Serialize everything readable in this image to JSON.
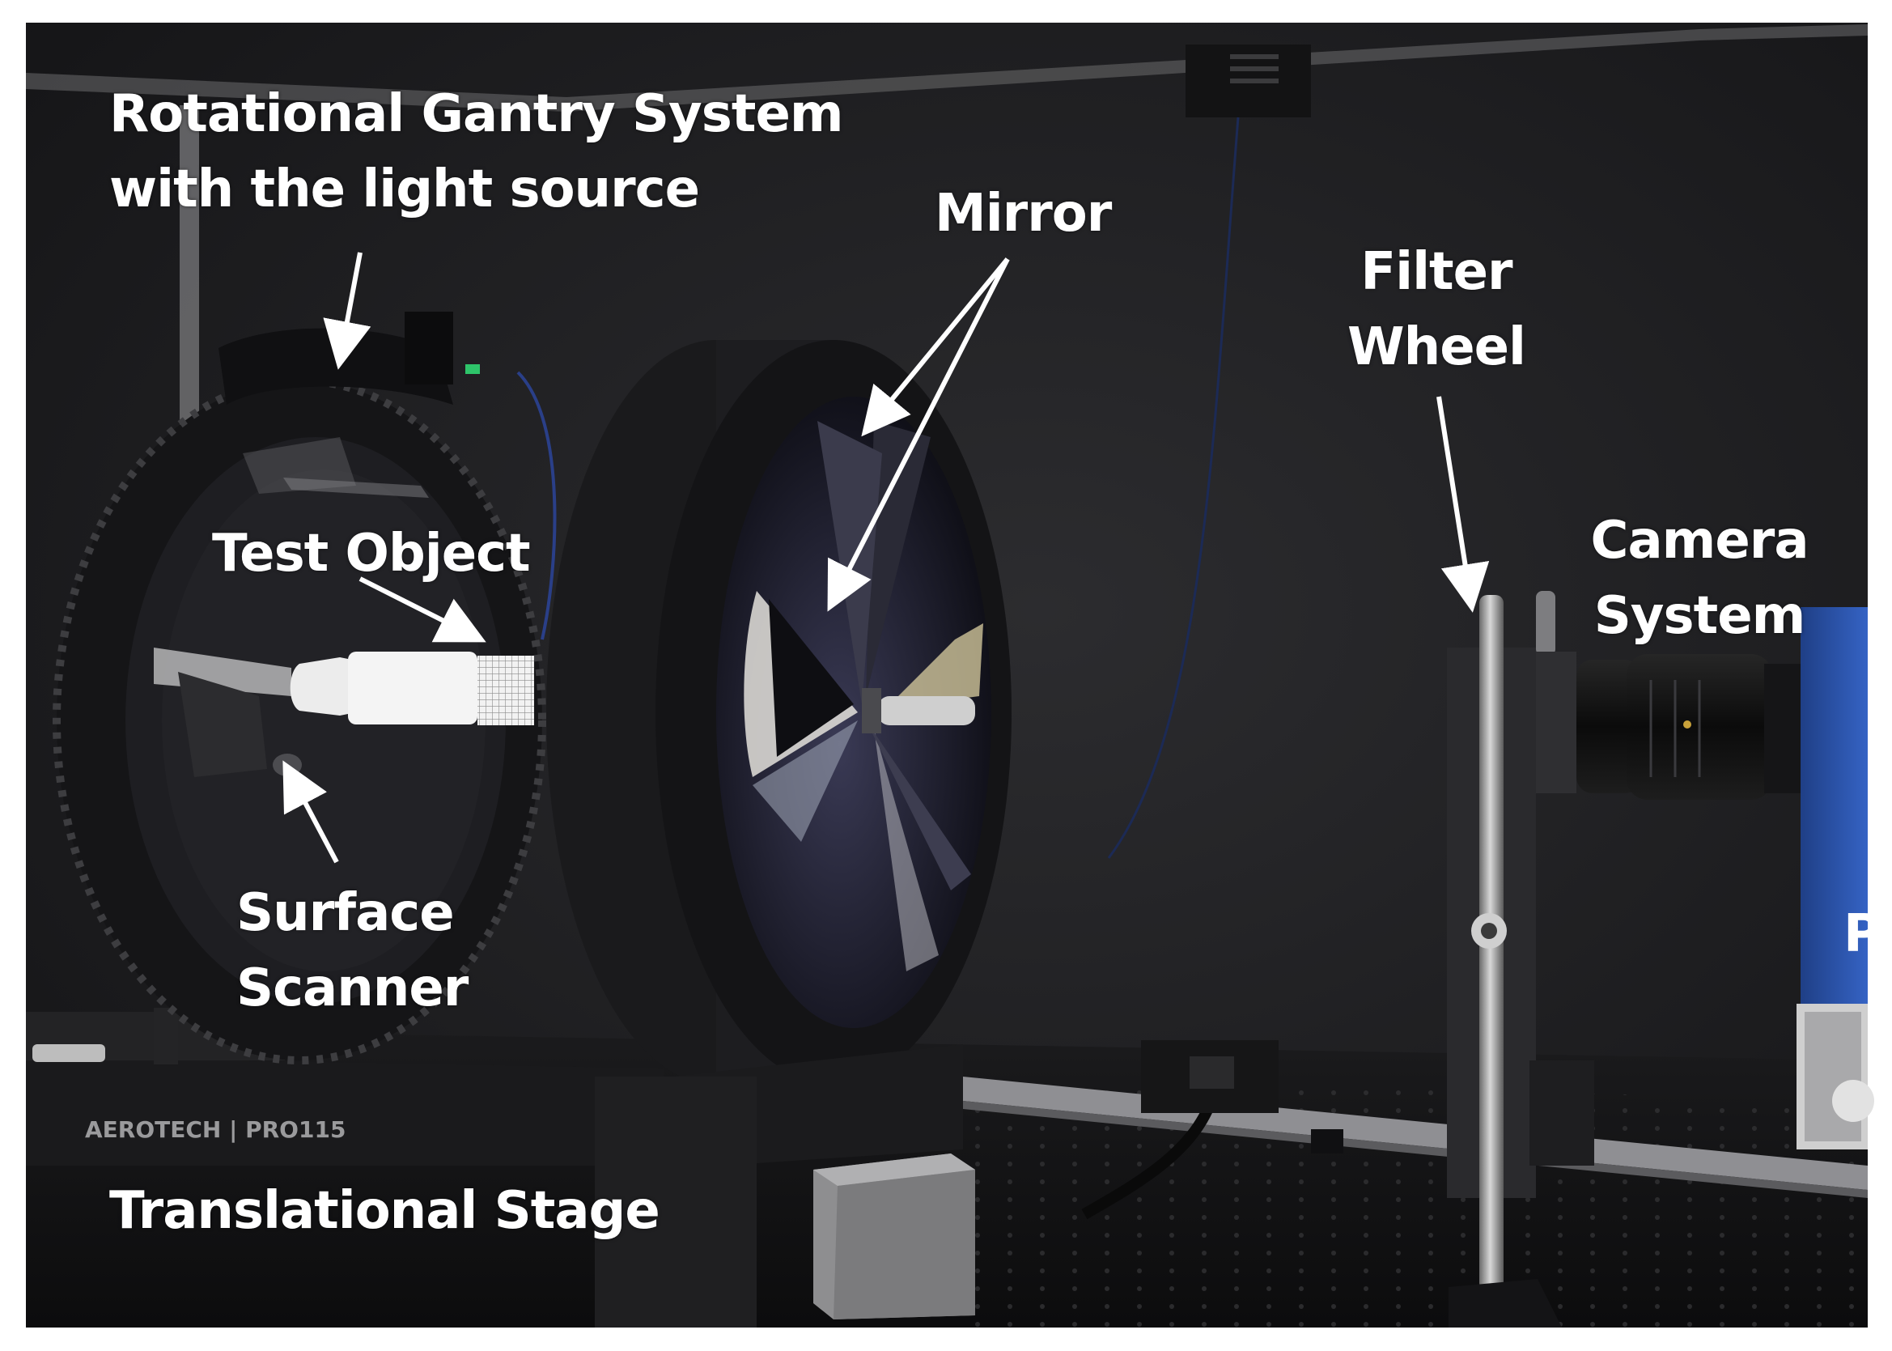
{
  "labels": {
    "gantry": {
      "line1": "Rotational Gantry System",
      "line2": "with the light source"
    },
    "mirror": "Mirror",
    "filter": {
      "line1": "Filter",
      "line2": "Wheel"
    },
    "test_object": "Test Object",
    "camera": {
      "line1": "Camera",
      "line2": "System"
    },
    "scanner": {
      "line1": "Surface",
      "line2": "Scanner"
    },
    "stage": "Translational Stage"
  },
  "stage_brand": "AEROTECH | PRO115",
  "camera_partial_letter": "P",
  "colors": {
    "background": "#202022",
    "label": "#ffffff",
    "camera_body": "#2a52a8"
  }
}
